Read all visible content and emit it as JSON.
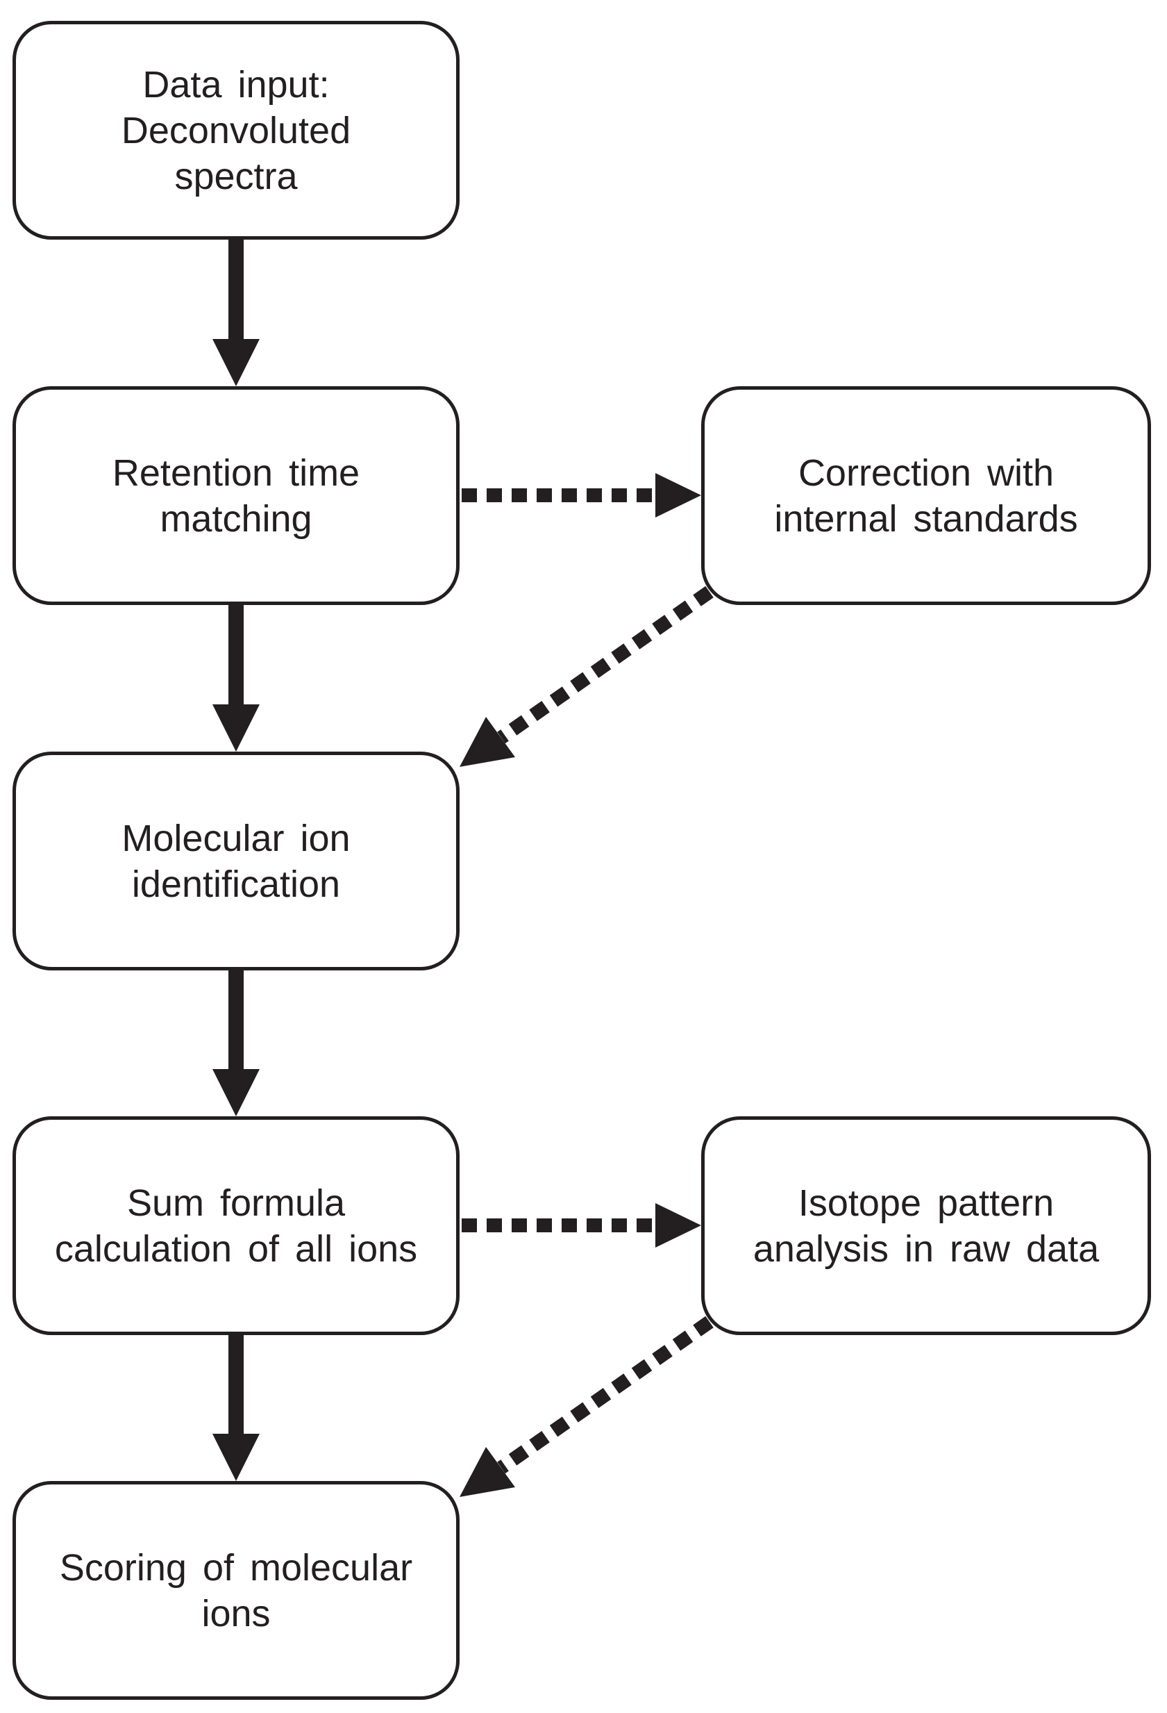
{
  "colors": {
    "ink": "#231f20",
    "background": "#ffffff"
  },
  "boxes": {
    "data_input": [
      "Data input:",
      "Deconvoluted",
      "spectra"
    ],
    "retention": [
      "Retention time",
      "matching"
    ],
    "correction": [
      "Correction with",
      "internal standards"
    ],
    "molecular": [
      "Molecular ion",
      "identification"
    ],
    "sum_formula": [
      "Sum formula",
      "calculation of all ions"
    ],
    "isotope": [
      "Isotope pattern",
      "analysis in raw data"
    ],
    "scoring": [
      "Scoring of molecular",
      "ions"
    ]
  },
  "arrows": [
    {
      "from": "data_input",
      "to": "retention",
      "style": "solid"
    },
    {
      "from": "retention",
      "to": "molecular",
      "style": "solid"
    },
    {
      "from": "molecular",
      "to": "sum_formula",
      "style": "solid"
    },
    {
      "from": "sum_formula",
      "to": "scoring",
      "style": "solid"
    },
    {
      "from": "retention",
      "to": "correction",
      "style": "dotted"
    },
    {
      "from": "correction",
      "to": "molecular",
      "style": "dotted"
    },
    {
      "from": "sum_formula",
      "to": "isotope",
      "style": "dotted"
    },
    {
      "from": "isotope",
      "to": "scoring",
      "style": "dotted"
    }
  ]
}
